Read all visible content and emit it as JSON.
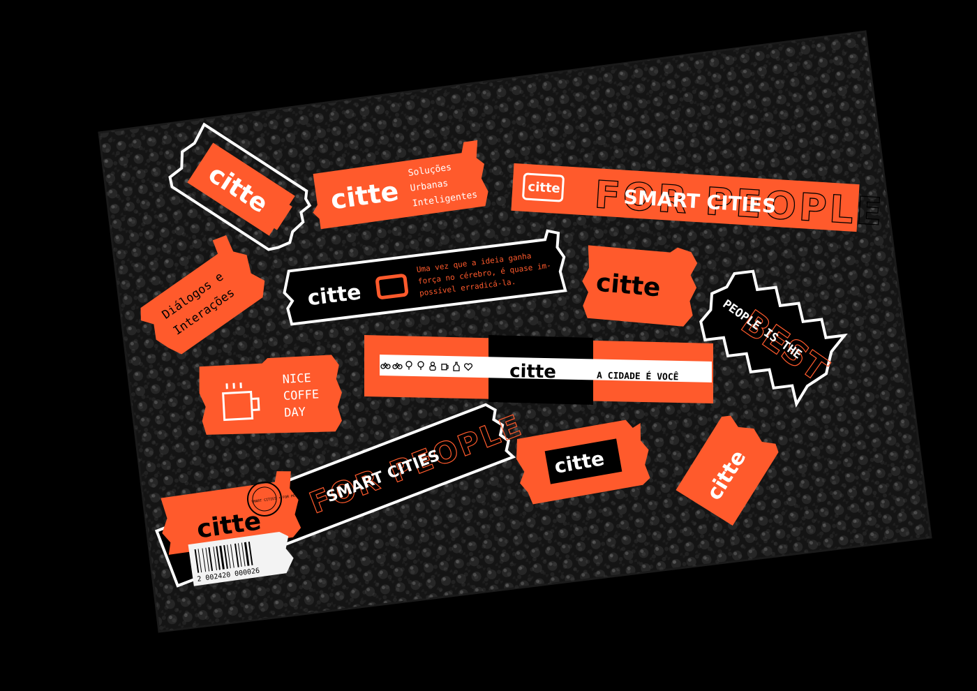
{
  "colors": {
    "background": "#000000",
    "sheet": "#121212",
    "accent": "#ff5a2c",
    "ink": "#000000",
    "paper": "#ffffff"
  },
  "stickers": {
    "tag_logo": "citte",
    "badge_logo": "citte",
    "badge_tagline": [
      "Soluções",
      "Urbanas",
      "Inteligentes"
    ],
    "smart_banner_logo": "citte",
    "smart_banner_outline": "FOR PEOPLE",
    "smart_banner_text": "SMART CITIES",
    "dialogos_text": [
      "Diálogos e",
      "Interações"
    ],
    "quote_logo": "citte",
    "quote_text": [
      "Uma vez que a ideia ganha",
      "força no cérebro, é quase im-",
      "possível erradicá-la."
    ],
    "bold_logo": "citte",
    "people_text": "PEOPLE IS THE",
    "people_outline": "BEST",
    "coffee_text": [
      "NICE",
      "COFFE",
      "DAY"
    ],
    "cidade_logo": "citte",
    "cidade_text": "A CIDADE É VOCÊ",
    "cidade_icons": [
      "bike-icon",
      "bike-icon",
      "tree-icon",
      "tree-icon",
      "person-icon",
      "cup-icon",
      "bottle-icon",
      "heart-icon"
    ],
    "tape_outline": "FOR PEOPLE",
    "tape_text": "SMART CITIES",
    "tape_logo": "citte",
    "seal_text": "SMART CITIES • FOR PEOPLE •",
    "barcode_number": "2 002420 000026",
    "ticket_logo": "citte",
    "square_logo": "citte"
  }
}
